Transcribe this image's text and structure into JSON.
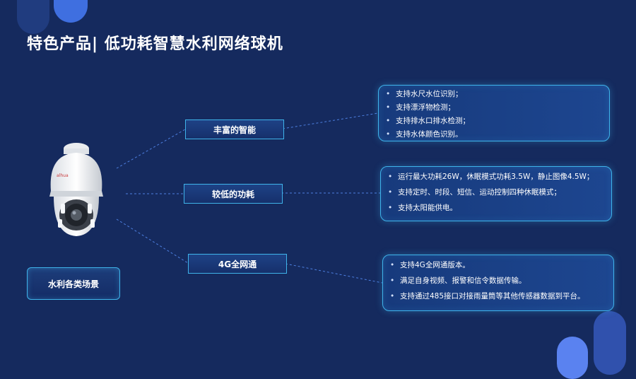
{
  "title": "特色产品| 低功耗智慧水利网络球机",
  "camera": {
    "brand": "alhua",
    "name": "camera-dome-icon"
  },
  "scene_button": "水利各类场景",
  "features": [
    {
      "label": "丰富的智能",
      "items": [
        "支持水尺水位识别；",
        "支持漂浮物检测；",
        "支持排水口排水检测；",
        "支持水体颜色识别。"
      ]
    },
    {
      "label": "较低的功耗",
      "items": [
        "运行最大功耗26W，休眠模式功耗3.5W，静止图像4.5W；",
        "支持定时、时段、短信、运动控制四种休眠模式；",
        "支持太阳能供电。"
      ]
    },
    {
      "label": "4G全网通",
      "items": [
        "支持4G全网通版本。",
        "满足自身视频、报警和信令数据传输。",
        "支持通过485接口对接雨量筒等其他传感器数据到平台。"
      ]
    }
  ],
  "colors": {
    "background": "#152a5e",
    "accent": "#3fb3ea",
    "deco": "#3f6fe0"
  }
}
